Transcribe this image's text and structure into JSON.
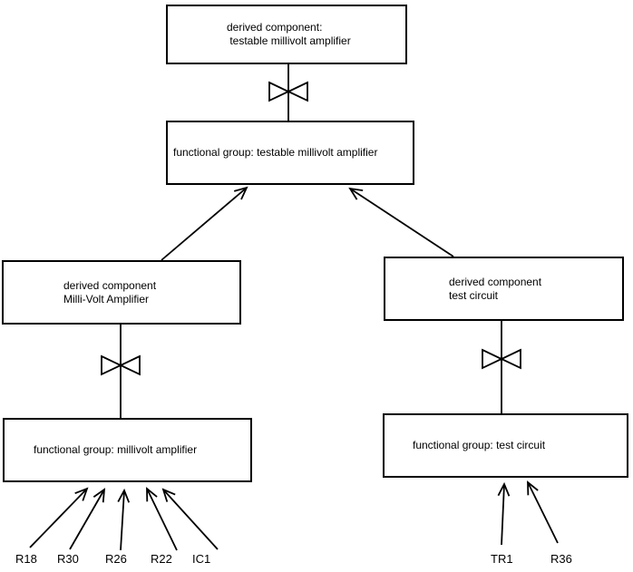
{
  "diagram": {
    "background_color": "#ffffff",
    "line_color": "#000000",
    "boxes": {
      "derived_testable": {
        "line1": "derived component:",
        "line2": " testable millivolt amplifier"
      },
      "fg_testable": {
        "line1": "functional group: testable millivolt amplifier"
      },
      "derived_mv": {
        "line1": "derived component",
        "line2": "Milli-Volt Amplifier"
      },
      "fg_mv": {
        "line1": "functional group: millivolt amplifier"
      },
      "derived_tc": {
        "line1": "derived component",
        "line2": "test circuit"
      },
      "fg_tc": {
        "line1": "functional group: test circuit"
      }
    },
    "leaves": {
      "r18": "R18",
      "r30": "R30",
      "r26": "R26",
      "r22": "R22",
      "ic1": "IC1",
      "tr1": "TR1",
      "r36": "R36"
    },
    "icons": {
      "bowtie": "decomposition-bowtie-icon",
      "arrowhead": "open-arrowhead-icon"
    }
  }
}
